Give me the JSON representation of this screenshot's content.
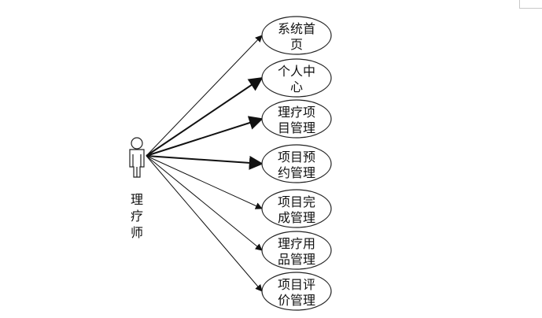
{
  "actor": {
    "name_chars": [
      "理",
      "疗",
      "师"
    ]
  },
  "use_cases": [
    {
      "line1": "系统首",
      "line2": "页"
    },
    {
      "line1": "个人中",
      "line2": "心"
    },
    {
      "line1": "理疗项",
      "line2": "目管理"
    },
    {
      "line1": "项目预",
      "line2": "约管理"
    },
    {
      "line1": "项目完",
      "line2": "成管理"
    },
    {
      "line1": "理疗用",
      "line2": "品管理"
    },
    {
      "line1": "项目评",
      "line2": "价管理"
    }
  ]
}
